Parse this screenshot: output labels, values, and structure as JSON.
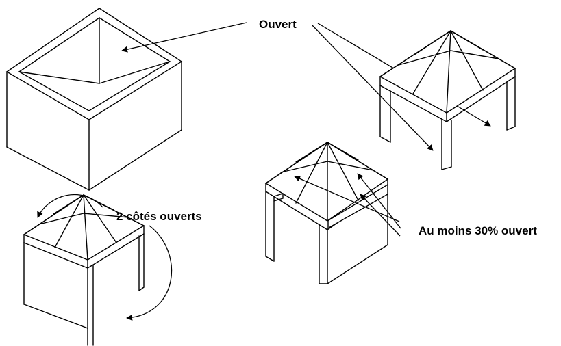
{
  "labels": {
    "open": "Ouvert",
    "two_sides_open": "2 côtés ouverts",
    "at_least_30_open": "Au moins 30% ouvert"
  },
  "colors": {
    "line": "#000000",
    "background": "#ffffff"
  }
}
